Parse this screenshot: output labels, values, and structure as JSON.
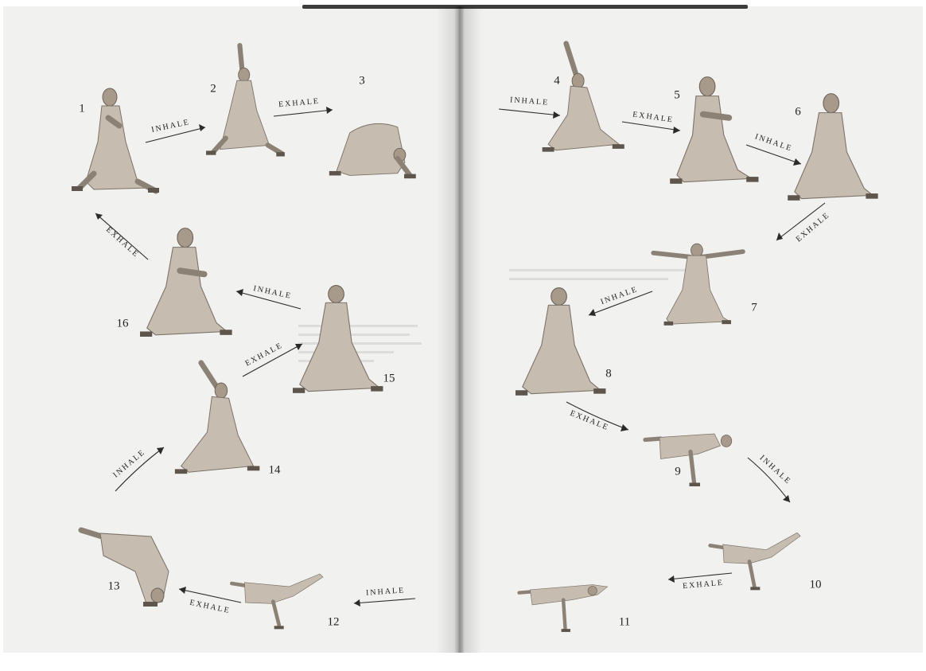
{
  "steps": [
    {
      "n": "1"
    },
    {
      "n": "2"
    },
    {
      "n": "3"
    },
    {
      "n": "4"
    },
    {
      "n": "5"
    },
    {
      "n": "6"
    },
    {
      "n": "7"
    },
    {
      "n": "8"
    },
    {
      "n": "9"
    },
    {
      "n": "10"
    },
    {
      "n": "11"
    },
    {
      "n": "12"
    },
    {
      "n": "13"
    },
    {
      "n": "14"
    },
    {
      "n": "15"
    },
    {
      "n": "16"
    }
  ],
  "breath": {
    "inhale": "INHALE",
    "exhale": "EXHALE"
  }
}
